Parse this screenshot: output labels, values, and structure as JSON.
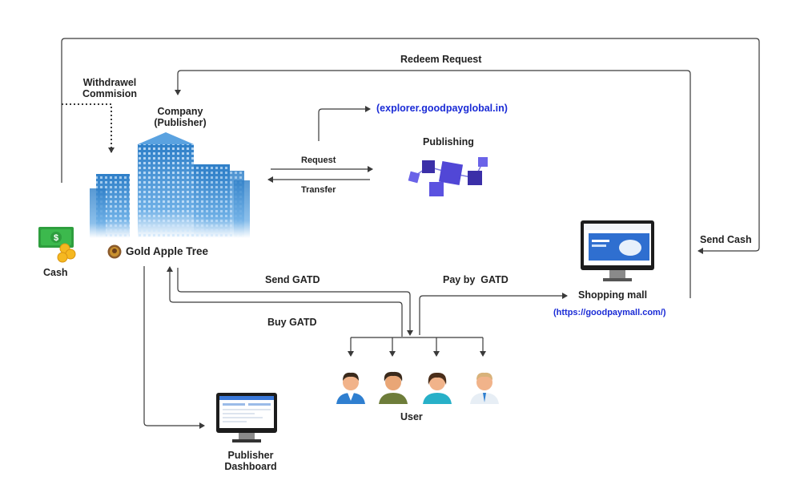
{
  "labels": {
    "redeem_request": "Redeem Request",
    "withdrawal_commission_line1": "Withdrawel",
    "withdrawal_commission_line2": "Commision",
    "company_line1": "Company",
    "company_line2": "(Publisher)",
    "explorer_url": "(explorer.goodpayglobal.in)",
    "publishing": "Publishing",
    "request": "Request",
    "transfer": "Transfer",
    "brand": "Gold Apple Tree",
    "cash": "Cash",
    "send_cash": "Send Cash",
    "send_gatd": "Send GATD",
    "pay_by_gatd": "Pay by  GATD",
    "shopping_mall": "Shopping mall",
    "mall_url": "(https://goodpaymall.com/)",
    "buy_gatd": "Buy GATD",
    "user": "User",
    "dashboard_line1": "Publisher",
    "dashboard_line2": "Dashboard"
  },
  "colors": {
    "line": "#3a3a3a",
    "link": "#1a2bd6",
    "building": "#2e7fc8",
    "blockchain": "#4a3fc1",
    "cash_green": "#2e9e3e"
  },
  "icons": {
    "building": "building-icon",
    "blockchain": "blockchain-icon",
    "cash": "cash-icon",
    "monitor": "monitor-icon",
    "users": "user-icon",
    "logo": "gold-apple-tree-logo"
  }
}
